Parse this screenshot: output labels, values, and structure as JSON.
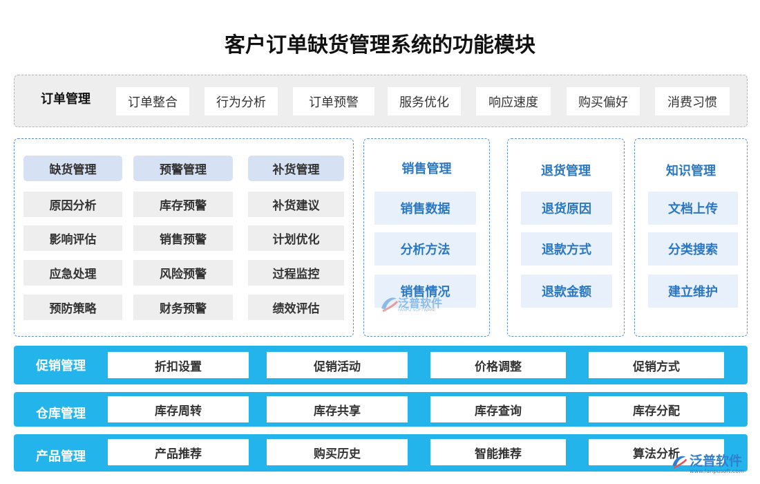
{
  "title": "客户订单缺货管理系统的功能模块",
  "order_mgmt": {
    "label": "订单管理",
    "items": [
      "订单整合",
      "行为分析",
      "订单预警",
      "服务优化",
      "响应速度",
      "购买偏好",
      "消费习惯"
    ]
  },
  "left_panel": {
    "columns": [
      {
        "header": "缺货管理",
        "items": [
          "原因分析",
          "影响评估",
          "应急处理",
          "预防策略"
        ]
      },
      {
        "header": "预警管理",
        "items": [
          "库存预警",
          "销售预警",
          "风险预警",
          "财务预警"
        ]
      },
      {
        "header": "补货管理",
        "items": [
          "补货建议",
          "计划优化",
          "过程监控",
          "绩效评估"
        ]
      }
    ]
  },
  "sales_mgmt": {
    "header": "销售管理",
    "items": [
      "销售数据",
      "分析方法",
      "销售情况"
    ]
  },
  "return_mgmt": {
    "header": "退货管理",
    "items": [
      "退货原因",
      "退款方式",
      "退款金额"
    ]
  },
  "knowledge_mgmt": {
    "header": "知识管理",
    "items": [
      "文档上传",
      "分类搜索",
      "建立维护"
    ]
  },
  "bands": [
    {
      "label": "促销管理",
      "items": [
        "折扣设置",
        "促销活动",
        "价格调整",
        "促销方式"
      ]
    },
    {
      "label": "仓库管理",
      "items": [
        "库存周转",
        "库存共享",
        "库存查询",
        "库存分配"
      ]
    },
    {
      "label": "产品管理",
      "items": [
        "产品推荐",
        "购买历史",
        "智能推荐",
        "算法分析"
      ]
    }
  ],
  "watermark": {
    "text": "泛普软件",
    "sub": "FANPU SOFTWARE"
  },
  "logo": {
    "text": "泛普软件",
    "url": "www.fanpusoft.com"
  },
  "colors": {
    "band": "#24b4ec",
    "blue_text": "#2a77c4",
    "panel_border": "#5b8fd0",
    "gray_box": "#eeeeee"
  }
}
